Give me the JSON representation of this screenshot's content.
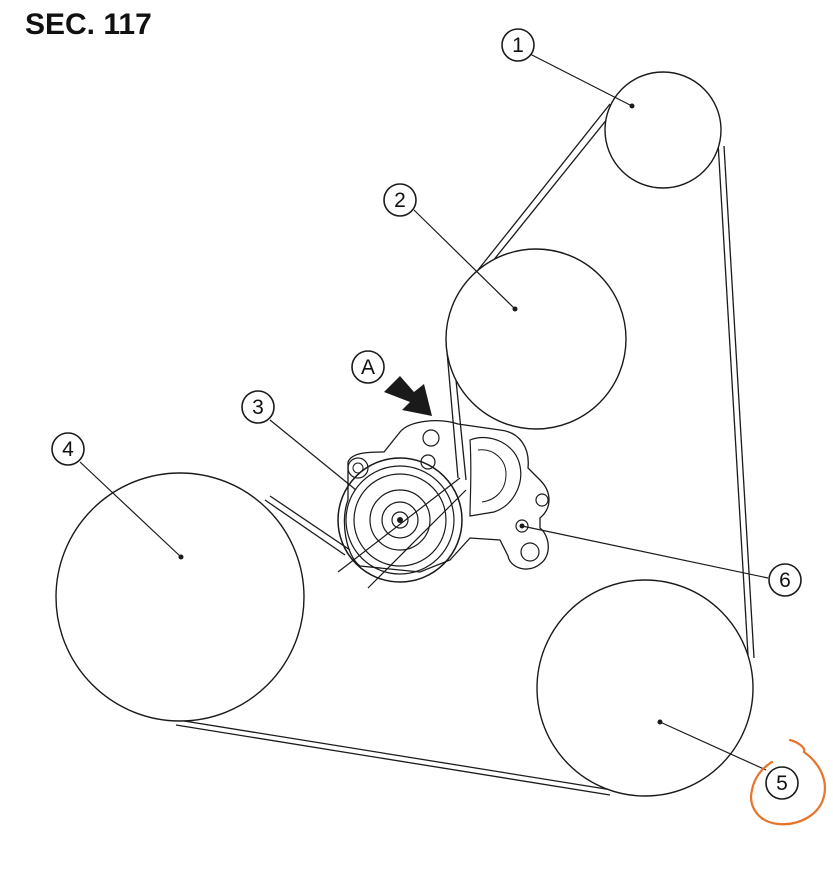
{
  "section_label": "SEC. 117",
  "callouts": {
    "c1": "1",
    "c2": "2",
    "c3": "3",
    "c4": "4",
    "c5": "5",
    "c6": "6",
    "cA": "A"
  },
  "colors": {
    "line": "#1a1a1a",
    "annotation": "#e8732a",
    "background": "#ffffff"
  }
}
